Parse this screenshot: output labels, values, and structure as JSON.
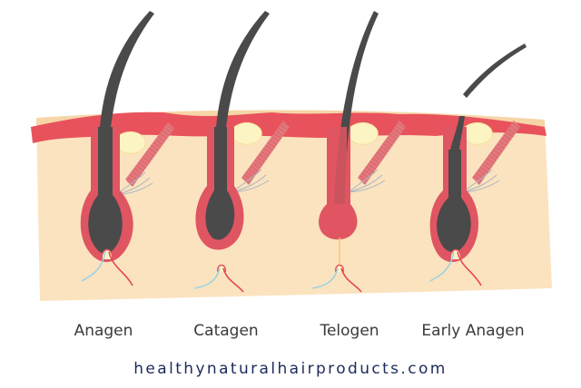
{
  "stages": [
    {
      "label": "Anagen"
    },
    {
      "label": "Catagen"
    },
    {
      "label": "Telogen"
    },
    {
      "label": "Early Anagen"
    }
  ],
  "website": "healthynaturalhairproducts.com",
  "colors": {
    "skin": "#fbe3c0",
    "skin_top": "#f6d6a8",
    "dermis_band": "#e8525d",
    "follicle": "#e05562",
    "hair": "#4a4a4a",
    "gland": "#fdf4c4",
    "nerve": "#9fd3e0",
    "vessel": "#e6454f"
  }
}
